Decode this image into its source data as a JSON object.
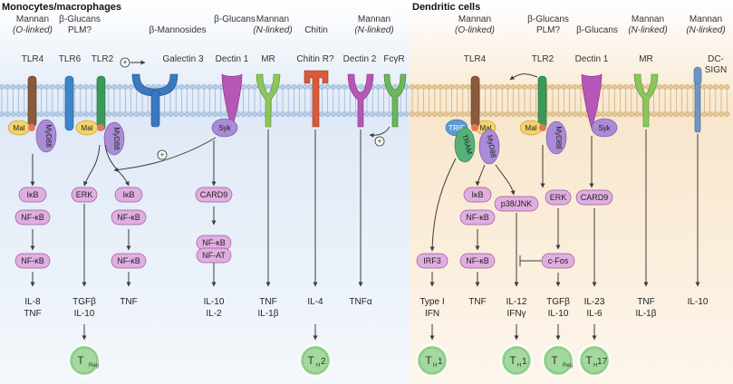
{
  "panels": {
    "left_title": "Monocytes/macrophages",
    "right_title": "Dendritic cells"
  },
  "ligands": {
    "mannan_o": [
      "Mannan",
      "(O-linked)"
    ],
    "bglucans_plm": [
      "β-Glucans",
      "PLM?"
    ],
    "bmannosides": "β-Mannosides",
    "bglucans": "β-Glucans",
    "mannan_n": [
      "Mannan",
      "(N-linked)"
    ],
    "chitin": "Chitin"
  },
  "receptors": {
    "tlr4": "TLR4",
    "tlr6": "TLR6",
    "tlr2": "TLR2",
    "galectin3": "Galectin 3",
    "dectin1": "Dectin 1",
    "mr": "MR",
    "chitin_r": "Chitin R?",
    "dectin2": "Dectin 2",
    "fcgr": "FcγR",
    "dc_sign": [
      "DC-",
      "SIGN"
    ]
  },
  "adaptors": {
    "mal": "Mal",
    "myd88": "MyD88",
    "syk": "Syk",
    "trif": "TRIF",
    "tram": "TRAM",
    "plus": "+"
  },
  "signals": {
    "ikb": "IκB",
    "nfkb": "NF-κB",
    "erk": "ERK",
    "card9": "CARD9",
    "nfat": "NF-AT",
    "irf3": "IRF3",
    "p38jnk": "p38/JNK",
    "cfos": "c-Fos"
  },
  "cytokines": {
    "il8": "IL-8",
    "tnf": "TNF",
    "tgfb": "TGFβ",
    "il10": "IL-10",
    "il2": "IL-2",
    "il1b": "IL-1β",
    "il4": "IL-4",
    "tnfa": "TNFα",
    "type1": "Type I",
    "ifn": "IFN",
    "il12": "IL-12",
    "ifng": "IFNγ",
    "il23": "IL-23",
    "il6": "IL-6"
  },
  "cells": {
    "treg": [
      "T",
      "Reg"
    ],
    "th2": [
      "T",
      "H",
      "2"
    ],
    "th1": [
      "T",
      "H",
      "1"
    ],
    "th17": [
      "T",
      "H",
      "17"
    ]
  },
  "colors": {
    "left_bg": "#e3edf8",
    "right_bg": "#fbeedb",
    "membrane": "#b7cde6",
    "membrane_right": "#e3c99a",
    "signal": "#e0aee0",
    "cell": "#a3d99e",
    "mal": "#f3d36a",
    "myd88": "#a98bd6",
    "trif": "#5c9bd8",
    "tram": "#55b07a",
    "tlr4": "#8c5a3a",
    "tlr6": "#3f86c8",
    "tlr2": "#3a9a5a",
    "galectin3": "#3a78c0",
    "dectin1": "#b656b6",
    "mr": "#8bc65c",
    "chitin_r": "#d85a3a",
    "dectin2": "#b656b6",
    "fcgr": "#6bb85a",
    "dcsign": "#6f95c4"
  }
}
